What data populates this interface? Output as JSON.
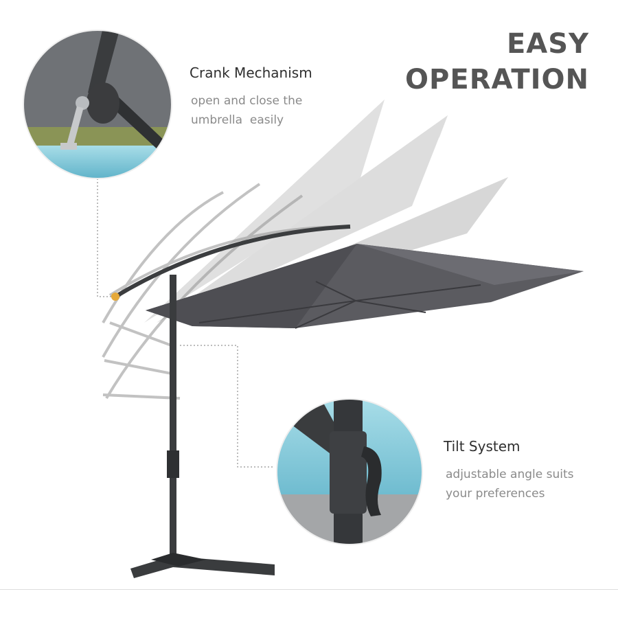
{
  "headline": {
    "line1": "EASY",
    "line2": "OPERATION"
  },
  "features": {
    "crank": {
      "title": "Crank Mechanism",
      "desc_line1": "open and close the",
      "desc_line2": "umbrella  easily"
    },
    "tilt": {
      "title": "Tilt System",
      "desc_line1": "adjustable angle suits",
      "desc_line2": "your preferences"
    }
  },
  "colors": {
    "canopy": "#58585c",
    "pole": "#3a3c3e",
    "heading": "#555555",
    "pool": "#7cc6d8"
  }
}
